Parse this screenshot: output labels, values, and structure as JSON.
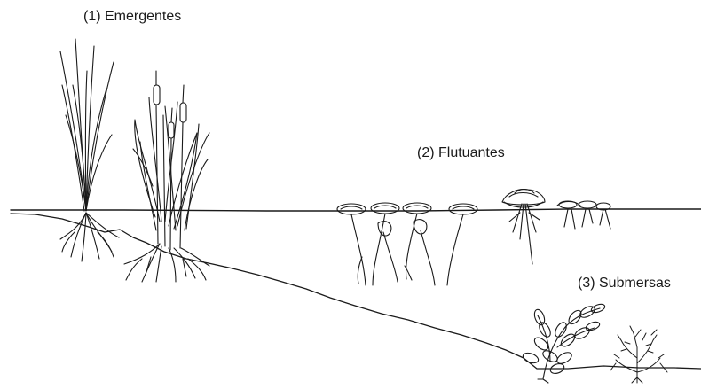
{
  "labels": {
    "emergentes": "(1) Emergentes",
    "flutuantes": "(2) Flutuantes",
    "submersas": "(3) Submersas"
  },
  "colors": {
    "ink": "#1a1a1a",
    "background": "#ffffff"
  },
  "icons": {
    "rush": "rush-plant-icon",
    "cattail": "cattail-plant-icon",
    "water_lily": "water-lily-plant-icon",
    "floating_rosette": "floating-rosette-plant-icon",
    "submerged_leafy": "submerged-leafy-plant-icon",
    "submerged_branched": "submerged-branched-plant-icon"
  }
}
